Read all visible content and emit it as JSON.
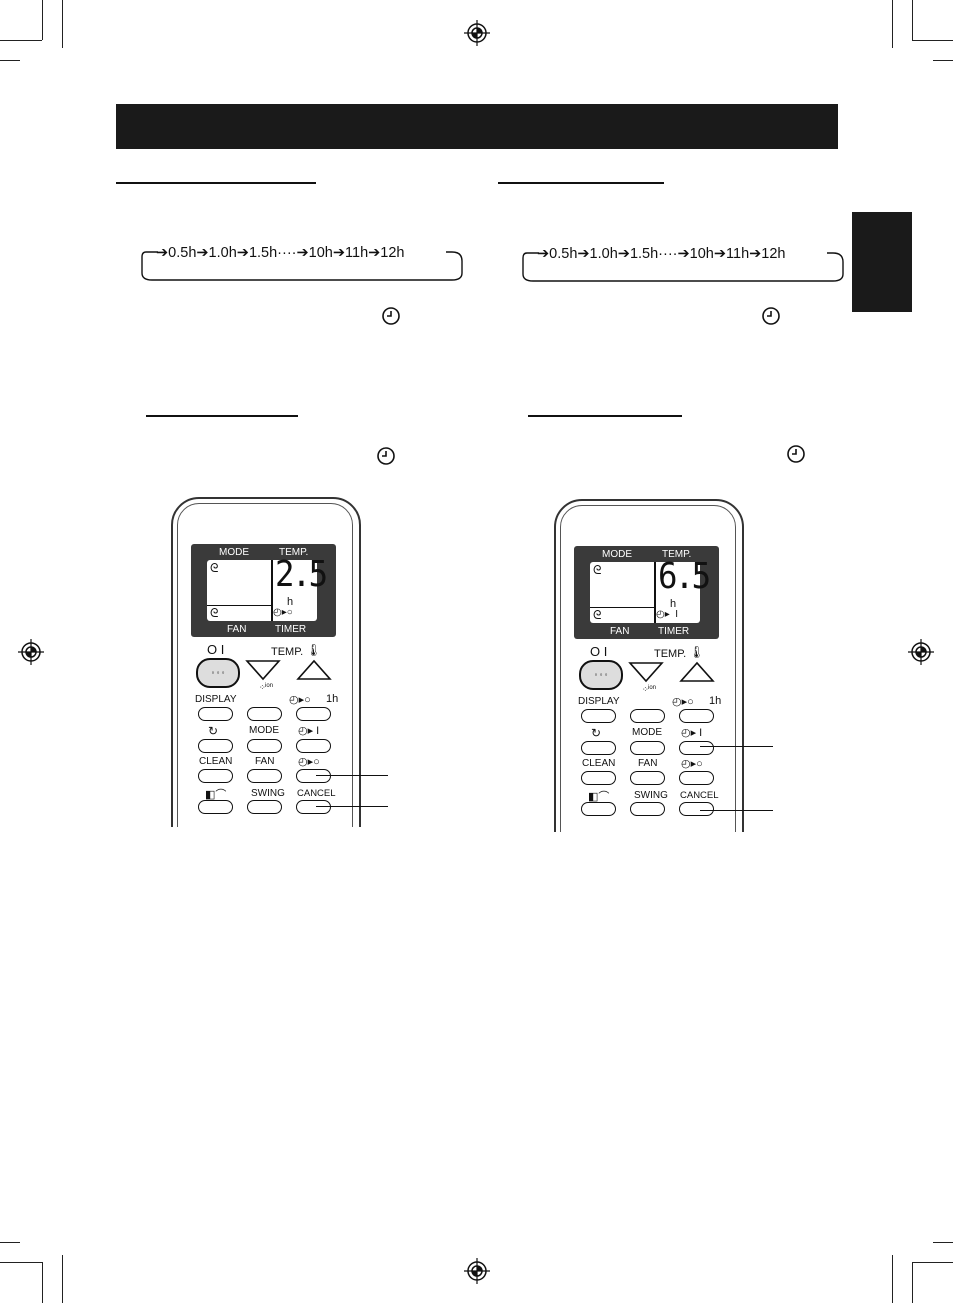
{
  "sequence": {
    "steps": [
      "0.5h",
      "1.0h",
      "1.5h",
      "10h",
      "11h",
      "12h"
    ],
    "ellipsis": "····"
  },
  "remote_labels": {
    "mode": "MODE",
    "temp": "TEMP.",
    "fan": "FAN",
    "timer": "TIMER",
    "hour_unit": "h",
    "onoff": "O I",
    "temp_button": "TEMP.",
    "display": "DISPLAY",
    "ion": "ion",
    "timer_1h": "1h",
    "mode_button": "MODE",
    "clean": "CLEAN",
    "fan_button": "FAN",
    "swing": "SWING",
    "cancel": "CANCEL"
  },
  "remote_left": {
    "display_value": "2.5"
  },
  "remote_right": {
    "display_value": "6.5"
  }
}
